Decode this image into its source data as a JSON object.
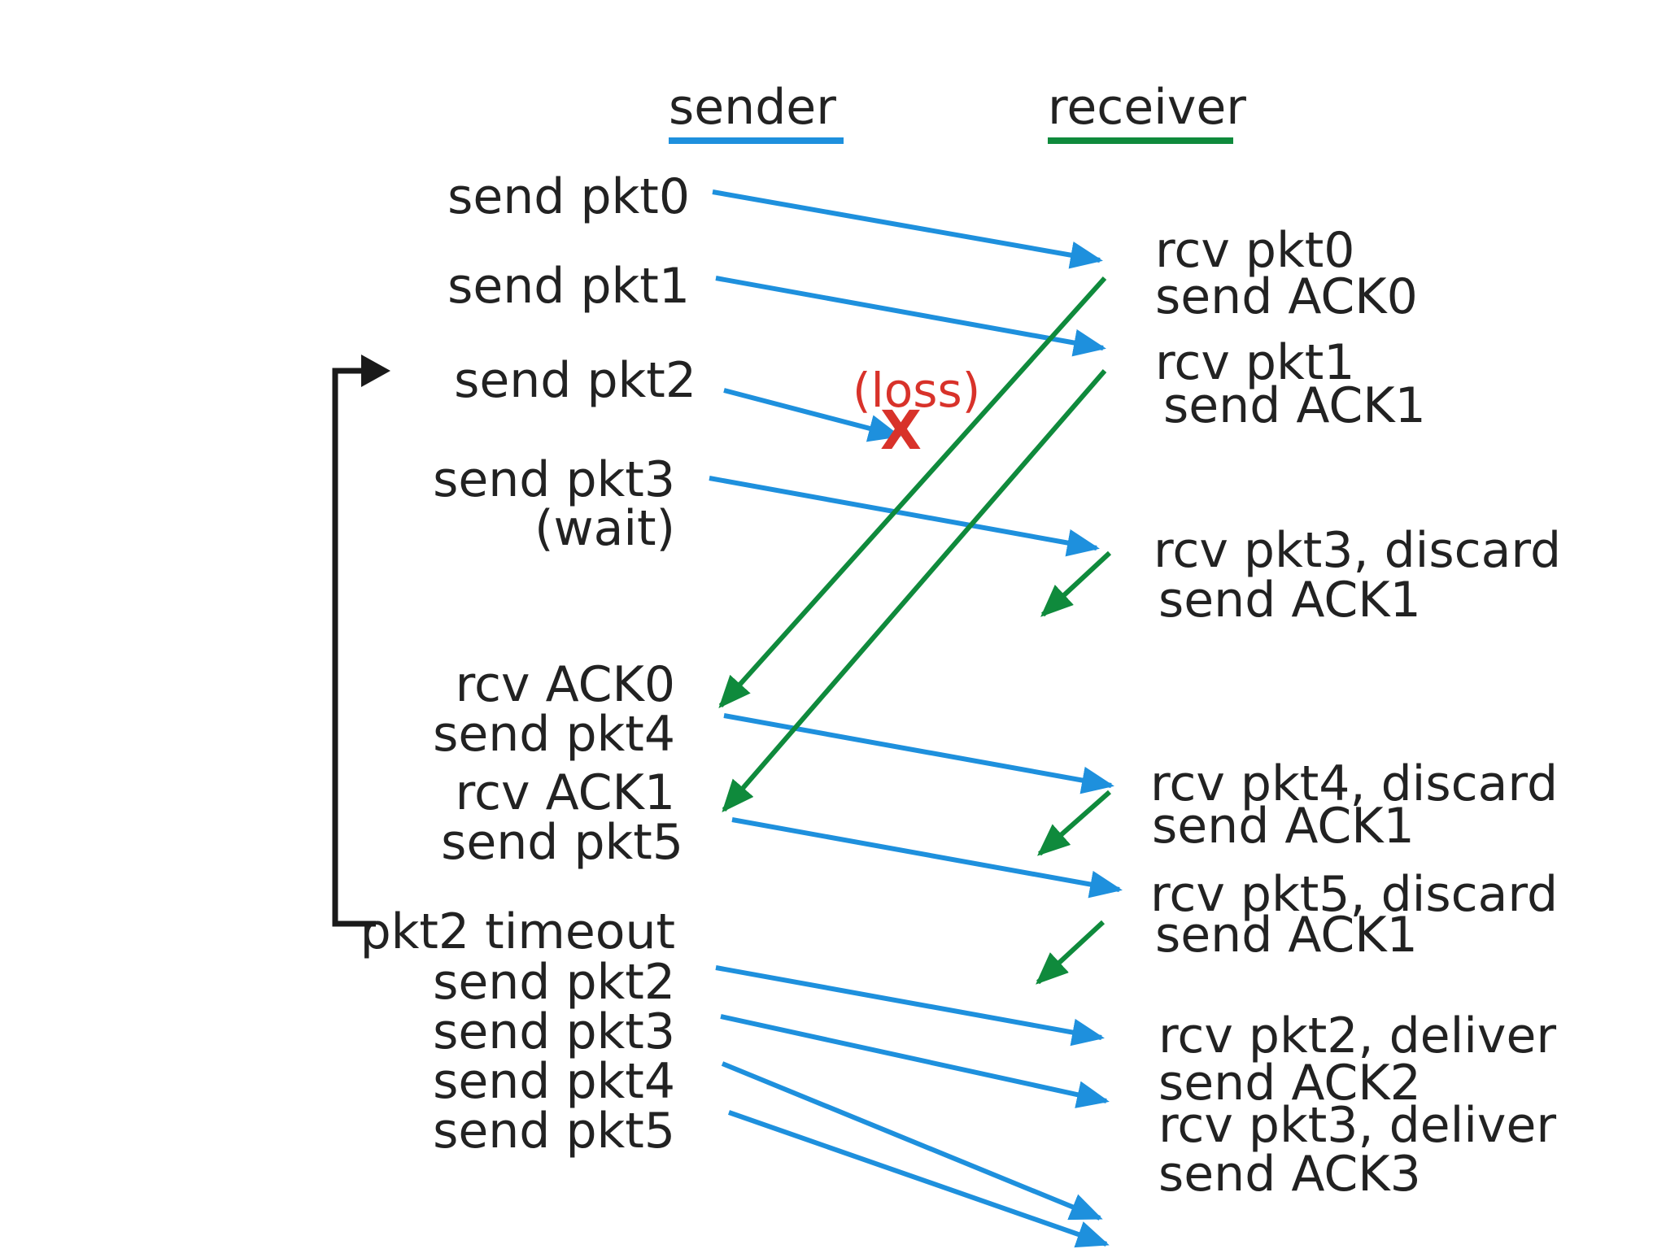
{
  "headers": {
    "sender": "sender",
    "receiver": "receiver"
  },
  "colors": {
    "sender": "#1e90dd",
    "receiver": "#0f8a3c",
    "loss": "#d8322a",
    "timeout": "#1a1a1a",
    "text": "#222222"
  },
  "sender_labels": {
    "send_pkt0": "send pkt0",
    "send_pkt1": "send pkt1",
    "send_pkt2": "send pkt2",
    "send_pkt3": "send pkt3",
    "wait": "(wait)",
    "rcv_ack0": "rcv ACK0",
    "send_pkt4": "send pkt4",
    "rcv_ack1": "rcv ACK1",
    "send_pkt5": "send pkt5",
    "pkt2_timeout": "pkt2 timeout",
    "resend_pkt2": "send pkt2",
    "resend_pkt3": "send pkt3",
    "resend_pkt4": "send pkt4",
    "resend_pkt5": "send pkt5"
  },
  "receiver_labels": {
    "rcv_pkt0": "rcv pkt0",
    "send_ack0": "send ACK0",
    "rcv_pkt1": "rcv pkt1",
    "send_ack1_a": "send ACK1",
    "rcv_pkt3_discard": "rcv pkt3, discard",
    "send_ack1_b": "send ACK1",
    "rcv_pkt4_discard": "rcv pkt4, discard",
    "send_ack1_c": "send ACK1",
    "rcv_pkt5_discard": "rcv pkt5, discard",
    "send_ack1_d": "send ACK1",
    "rcv_pkt2_deliver": "rcv pkt2, deliver",
    "send_ack2": "send ACK2",
    "rcv_pkt3_deliver": "rcv pkt3, deliver",
    "send_ack3": "send ACK3"
  },
  "loss": {
    "label": "(loss)",
    "mark": "X"
  }
}
